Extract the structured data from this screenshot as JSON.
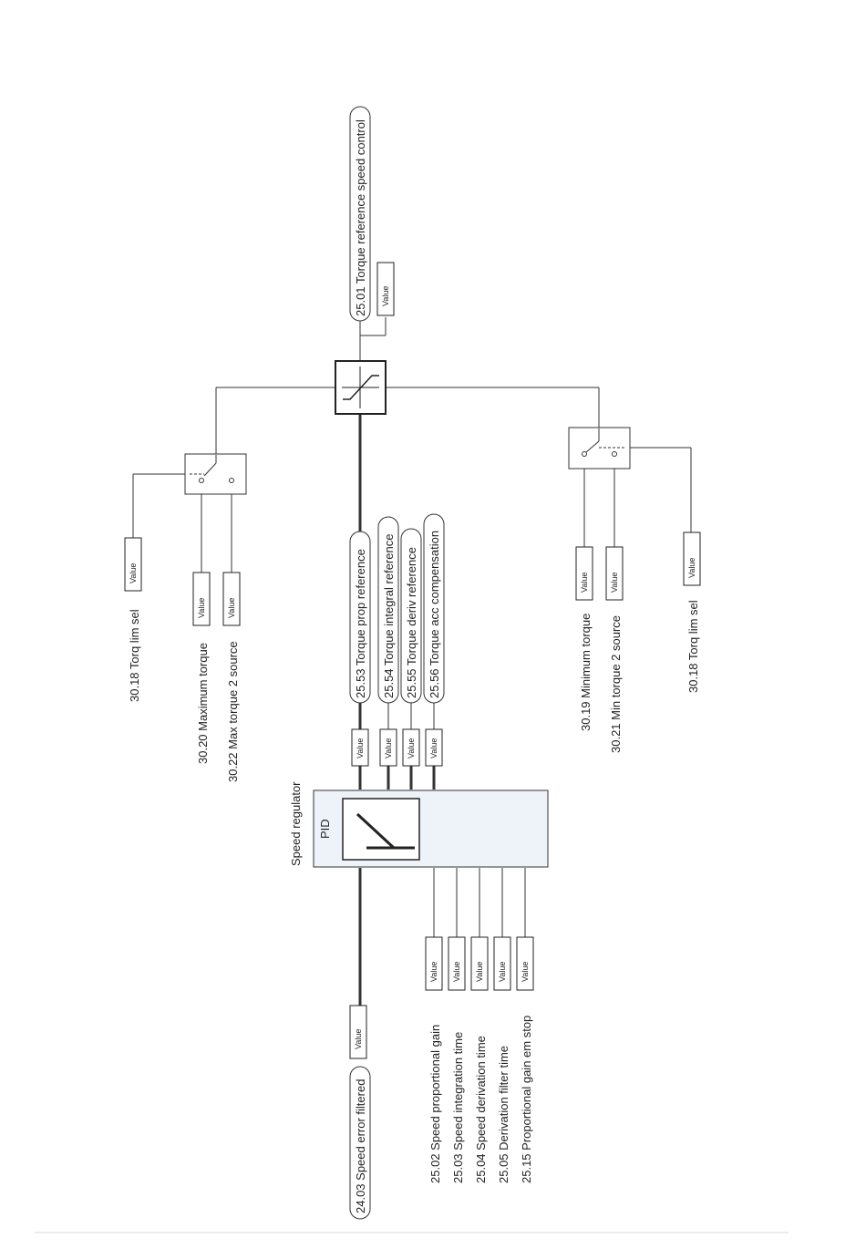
{
  "value_label": "Value",
  "block": {
    "name": "Speed regulator",
    "type": "PID"
  },
  "params": {
    "p2403": "24.03 Speed error filtered",
    "p2502": "25.02 Speed proportional gain",
    "p2503": "25.03 Speed integration time",
    "p2504": "25.04 Speed derivation time",
    "p2505": "25.05 Derivation filter time",
    "p2515": "25.15 Proportional gain em stop",
    "p2553": "25.53 Torque prop reference",
    "p2554": "25.54 Torque integral reference",
    "p2555": "25.55 Torque deriv reference",
    "p2556": "25.56 Torque acc compensation",
    "p2501": "25.01 Torque reference speed control",
    "p3018": "30.18 Torq lim sel",
    "p3020": "30.20 Maximum torque",
    "p3022": "30.22 Max torque 2 source",
    "p3019": "30.19 Minimum torque",
    "p3021": "30.21 Min torque 2 source"
  }
}
